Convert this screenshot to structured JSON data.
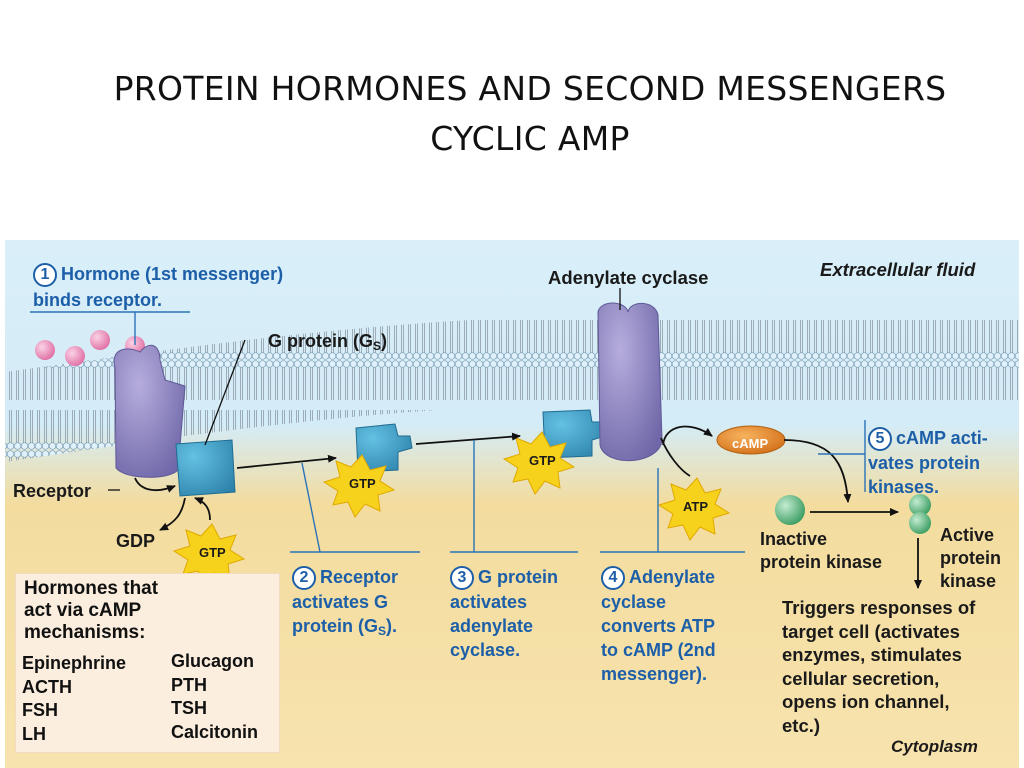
{
  "title": {
    "line1": "PROTEIN HORMONES AND SECOND MESSENGERS",
    "line2": "CYCLIC AMP"
  },
  "labels": {
    "adenylate_cyclase": "Adenylate cyclase",
    "extracellular_fluid": "Extracellular fluid",
    "g_protein": "G protein (G",
    "g_protein_sub": "S",
    "g_protein_close": ")",
    "receptor": "Receptor",
    "gdp": "GDP",
    "gtp": "GTP",
    "atp": "ATP",
    "camp": "cAMP",
    "inactive_kinase_1": "Inactive",
    "inactive_kinase_2": "protein kinase",
    "active_kinase_1": "Active",
    "active_kinase_2": "protein",
    "active_kinase_3": "kinase",
    "cytoplasm": "Cytoplasm"
  },
  "steps": {
    "s1": {
      "num": "1",
      "line1": "Hormone (1st messenger)",
      "line2": "binds receptor."
    },
    "s2": {
      "num": "2",
      "line1": "Receptor",
      "line2": "activates G",
      "line3a": "protein (G",
      "line3sub": "S",
      "line3b": ")."
    },
    "s3": {
      "num": "3",
      "line1": "G protein",
      "line2": "activates",
      "line3": "adenylate",
      "line4": "cyclase."
    },
    "s4": {
      "num": "4",
      "line1": "Adenylate",
      "line2": "cyclase",
      "line3": "converts ATP",
      "line4": "to cAMP (2nd",
      "line5": "messenger)."
    },
    "s5": {
      "num": "5",
      "line1": "cAMP acti-",
      "line2": "vates protein",
      "line3": "kinases."
    }
  },
  "triggers": {
    "line1": "Triggers responses of",
    "line2": "target cell (activates",
    "line3": "enzymes, stimulates",
    "line4": "cellular secretion,",
    "line5": "opens ion channel,",
    "line6": "etc.)"
  },
  "hormone_box": {
    "heading": "Hormones that\nact via cAMP\nmechanisms:",
    "col1": [
      "Epinephrine",
      "ACTH",
      "FSH",
      "LH"
    ],
    "col2": [
      "Glucagon",
      "PTH",
      "TSH",
      "Calcitonin"
    ]
  },
  "colors": {
    "extracellular": "#d6ecf8",
    "cytoplasm": "#f6dfa4",
    "membrane_head": "#d4eaf7",
    "receptor": "#8f86c4",
    "g_protein": "#3b9cc4",
    "gtp_star": "#f7d21c",
    "camp": "#e88422",
    "kinase": "#4fb073",
    "hormone": "#e583b0",
    "step_text": "#1c5fa8"
  }
}
